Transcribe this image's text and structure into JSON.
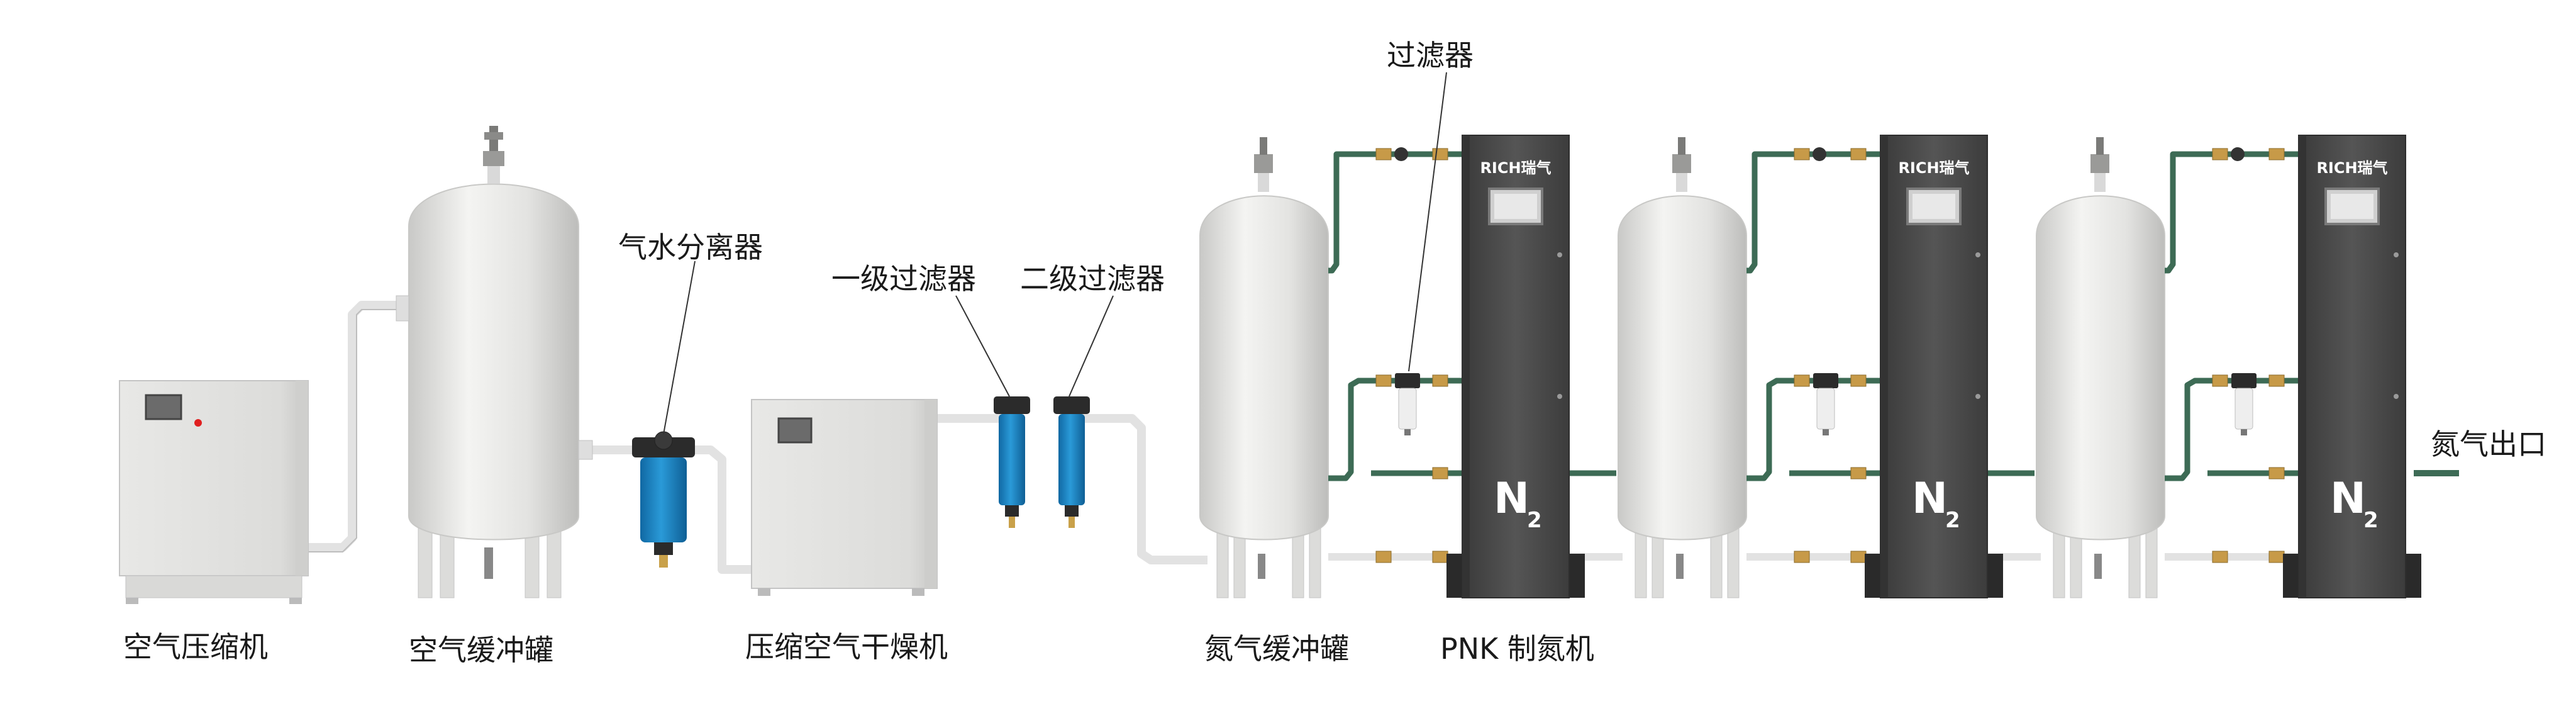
{
  "labels": {
    "air_compressor": "空气压缩机",
    "air_buffer_tank": "空气缓冲罐",
    "water_separator": "气水分离器",
    "dryer": "压缩空气干燥机",
    "primary_filter": "一级过滤器",
    "secondary_filter": "二级过滤器",
    "filter": "过滤器",
    "nitrogen_buffer_tank": "氮气缓冲罐",
    "pnk_generator": "PNK 制氮机",
    "nitrogen_outlet": "氮气出口"
  },
  "generator": {
    "brand": "RICH",
    "brand_cn": "瑞气",
    "symbol": "N",
    "subscript": "2"
  },
  "colors": {
    "pipe_air": "#e9e9e9",
    "pipe_nitrogen": "#3d6b55",
    "tank_body": "#e4e4e2",
    "generator_cabinet": "#4a4a4a",
    "filter_bowl": "#1f86c4"
  },
  "generator_count": 3
}
